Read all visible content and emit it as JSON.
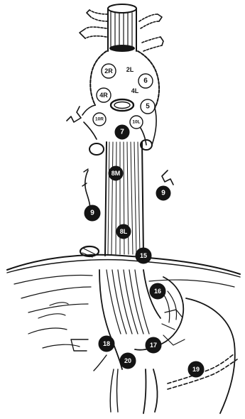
{
  "station_labels": [
    {
      "id": "2R",
      "text": "2R",
      "style": "outline"
    },
    {
      "id": "2L",
      "text": "2L",
      "style": "plain"
    },
    {
      "id": "6",
      "text": "6",
      "style": "outline"
    },
    {
      "id": "4L",
      "text": "4L",
      "style": "plain"
    },
    {
      "id": "4R",
      "text": "4R",
      "style": "outline"
    },
    {
      "id": "5",
      "text": "5",
      "style": "outline"
    },
    {
      "id": "10R",
      "text": "10R",
      "style": "outline"
    },
    {
      "id": "10L",
      "text": "10L",
      "style": "outline"
    },
    {
      "id": "7",
      "text": "7",
      "style": "filled"
    },
    {
      "id": "8M",
      "text": "8M",
      "style": "filled"
    },
    {
      "id": "9R",
      "text": "9",
      "style": "filled"
    },
    {
      "id": "9L",
      "text": "9",
      "style": "filled"
    },
    {
      "id": "8L",
      "text": "8L",
      "style": "filled"
    },
    {
      "id": "15",
      "text": "15",
      "style": "filled"
    },
    {
      "id": "16",
      "text": "16",
      "style": "filled"
    },
    {
      "id": "18",
      "text": "18",
      "style": "filled"
    },
    {
      "id": "17",
      "text": "17",
      "style": "filled"
    },
    {
      "id": "20",
      "text": "20",
      "style": "filled"
    },
    {
      "id": "19",
      "text": "19",
      "style": "filled"
    }
  ],
  "colors": {
    "ink": "#141414",
    "paper": "#ffffff",
    "filled_label_bg": "#141414",
    "filled_label_text": "#ffffff",
    "outline_label_bg": "#ffffff",
    "outline_label_text": "#141414"
  }
}
